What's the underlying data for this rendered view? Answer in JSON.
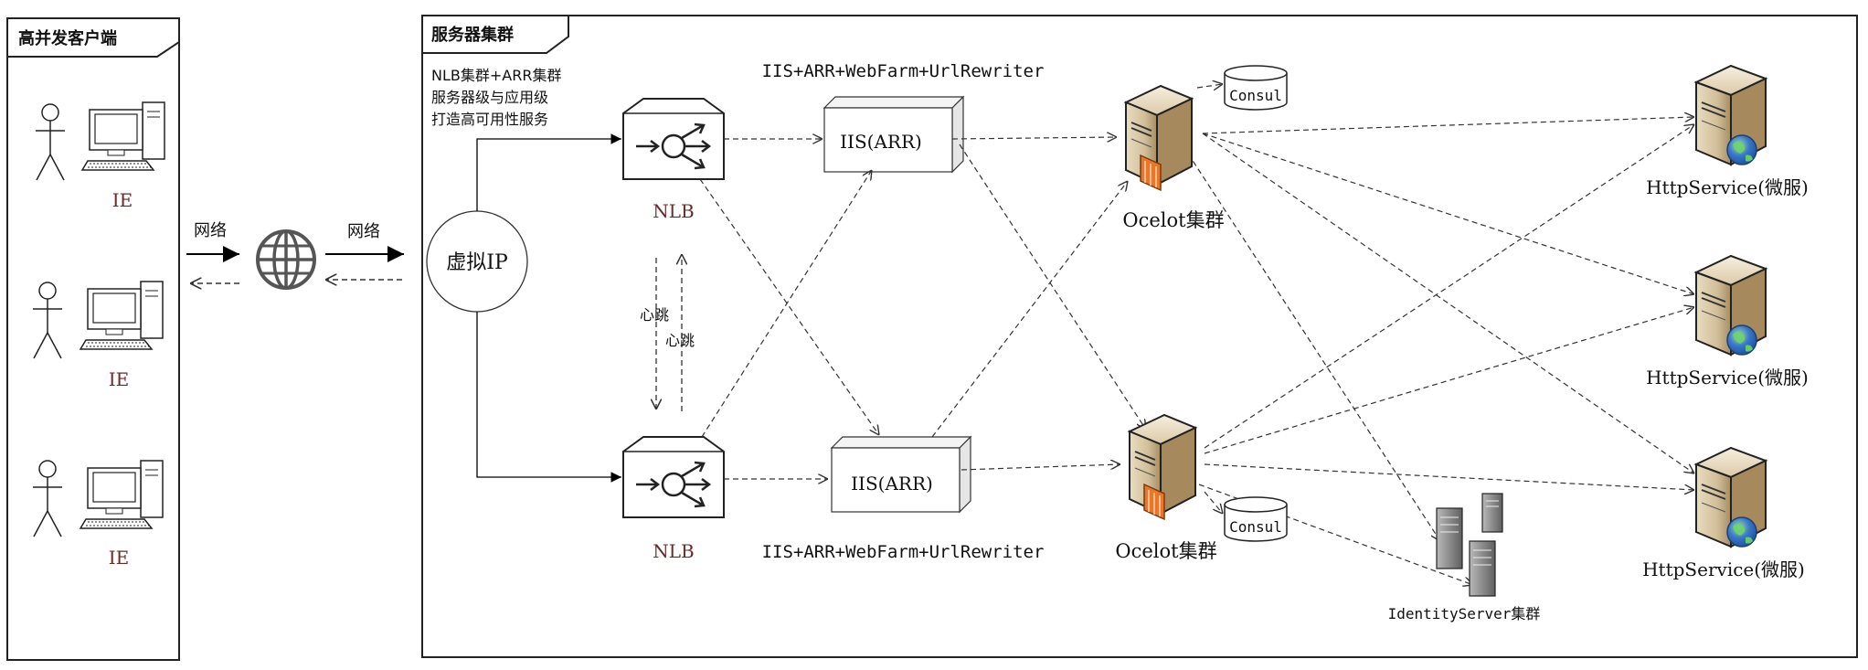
{
  "client_panel": {
    "title": "高并发客户端",
    "client_label": "IE"
  },
  "network": {
    "label_top": "网络",
    "label_right": "网络"
  },
  "server_panel": {
    "title": "服务器集群"
  },
  "note": {
    "line1": "NLB集群+ARR集群",
    "line2": "服务器级与应用级",
    "line3": "打造高可用性服务"
  },
  "vip": {
    "label": "虚拟IP"
  },
  "nlb": {
    "label": "NLB"
  },
  "heartbeat": {
    "label_left": "心跳",
    "label_right": "心跳"
  },
  "iis": {
    "box_label": "IIS(ARR)",
    "stack_top": "IIS+ARR+WebFarm+UrlRewriter",
    "stack_bottom": "IIS+ARR+WebFarm+UrlRewriter"
  },
  "ocelot": {
    "label": "Ocelot集群",
    "consul_label": "Consul"
  },
  "identity": {
    "label": "IdentityServer集群"
  },
  "services": {
    "label": "HttpService(微服)"
  }
}
